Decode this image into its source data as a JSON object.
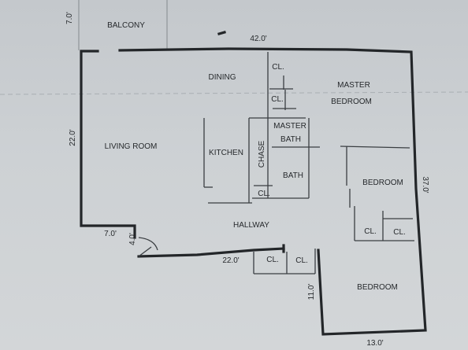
{
  "rooms": {
    "balcony": "BALCONY",
    "dining": "DINING",
    "closet_top_1": "CL.",
    "closet_top_2": "CL.",
    "master_line1": "MASTER",
    "master_line2": "BEDROOM",
    "living_room": "LIVING ROOM",
    "kitchen": "KITCHEN",
    "chase": "CHASE",
    "master_bath_line1": "MASTER",
    "master_bath_line2": "BATH",
    "bath": "BATH",
    "closet_bath": "CL.",
    "bedroom_right": "BEDROOM",
    "closet_right_1": "CL.",
    "closet_right_2": "CL.",
    "hallway": "HALLWAY",
    "closet_hall_1": "CL.",
    "closet_hall_2": "CL.",
    "bedroom_bottom": "BEDROOM"
  },
  "dimensions": {
    "balcony_depth": "7.0'",
    "top_width": "42.0'",
    "left_height": "22.0'",
    "right_height": "37.0'",
    "entry_width": "7.0'",
    "door_width": "4.0'",
    "hall_width": "22.0'",
    "bedroom_depth": "11.0'",
    "bottom_width": "13.0'"
  }
}
